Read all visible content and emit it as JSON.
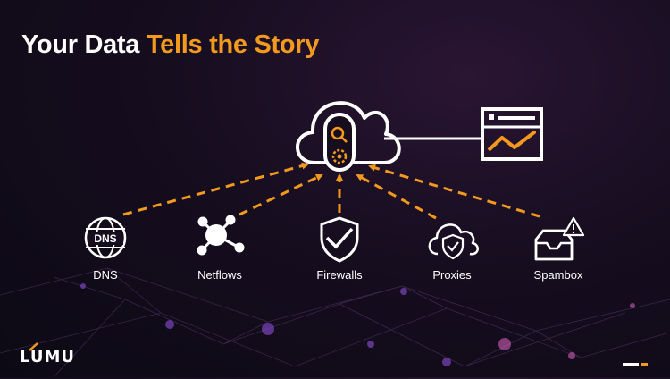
{
  "slide": {
    "title_part1": "Your Data",
    "title_part2": "Tells the Story",
    "nodes": [
      {
        "label": "DNS",
        "icon": "globe-dns-icon"
      },
      {
        "label": "Netflows",
        "icon": "network-hub-icon"
      },
      {
        "label": "Firewalls",
        "icon": "shield-check-icon"
      },
      {
        "label": "Proxies",
        "icon": "cloud-shield-icon"
      },
      {
        "label": "Spambox",
        "icon": "inbox-alert-icon"
      }
    ],
    "dns_icon_text": "DNS",
    "logo_text": "LUMU"
  },
  "colors": {
    "accent": "#f39a1e",
    "text": "#ffffff",
    "background": "#160d1f"
  }
}
